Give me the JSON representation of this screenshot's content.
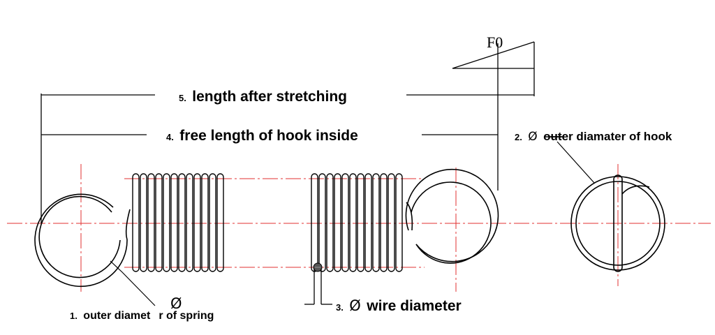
{
  "force_label": "F0",
  "labels": {
    "length_after_stretching": {
      "number": "5.",
      "text": "length after stretching"
    },
    "free_length": {
      "number": "4.",
      "text": "free length of hook inside"
    },
    "hook_outer_diameter": {
      "number": "2.",
      "symbol": "Ø",
      "text_prefix": "o",
      "text_struck": "ut",
      "text_rest": "er diamater of hook"
    },
    "wire_diameter": {
      "number": "3.",
      "symbol": "Ø",
      "text": "wire diameter"
    },
    "spring_outer_diameter": {
      "number": "1.",
      "text_a": "outer diamet",
      "symbol": "Ø",
      "text_b": "r of spring"
    }
  }
}
